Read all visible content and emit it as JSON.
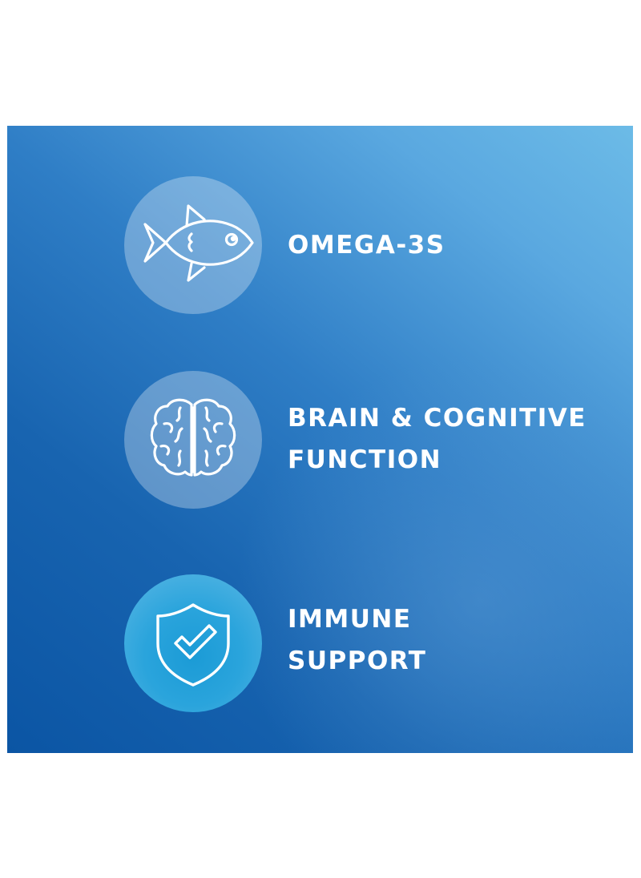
{
  "benefits": [
    {
      "icon": "fish-icon",
      "lines": [
        "OMEGA-3S"
      ]
    },
    {
      "icon": "brain-icon",
      "lines": [
        "BRAIN & COGNITIVE",
        "FUNCTION"
      ]
    },
    {
      "icon": "shield-check-icon",
      "lines": [
        "IMMUNE",
        "SUPPORT"
      ]
    }
  ],
  "colors": {
    "gradient_light": "#6cbbe7",
    "gradient_dark": "#0b55a4",
    "text": "#ffffff",
    "shield_circle": "#1b9bd6"
  }
}
